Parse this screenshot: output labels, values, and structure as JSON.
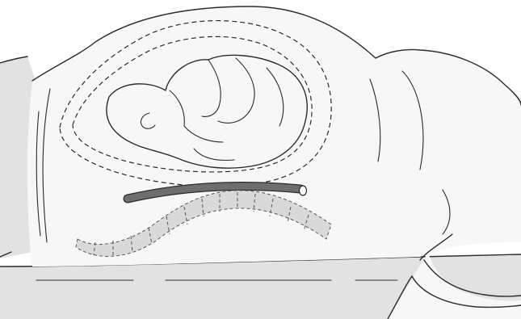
{
  "figure": {
    "colors": {
      "background": "#ffffff",
      "body_fill": "#f7f7f7",
      "bed_fill": "#e2e2e2",
      "outline": "#2b2b2b",
      "spine_fill": "#d9d9d9",
      "vessel_fill": "#6e6e6e"
    },
    "parts": [
      "pregnant-abdomen",
      "uterus-outline",
      "fetus",
      "maternal-spine",
      "great-vessel",
      "bed-pillow"
    ]
  }
}
